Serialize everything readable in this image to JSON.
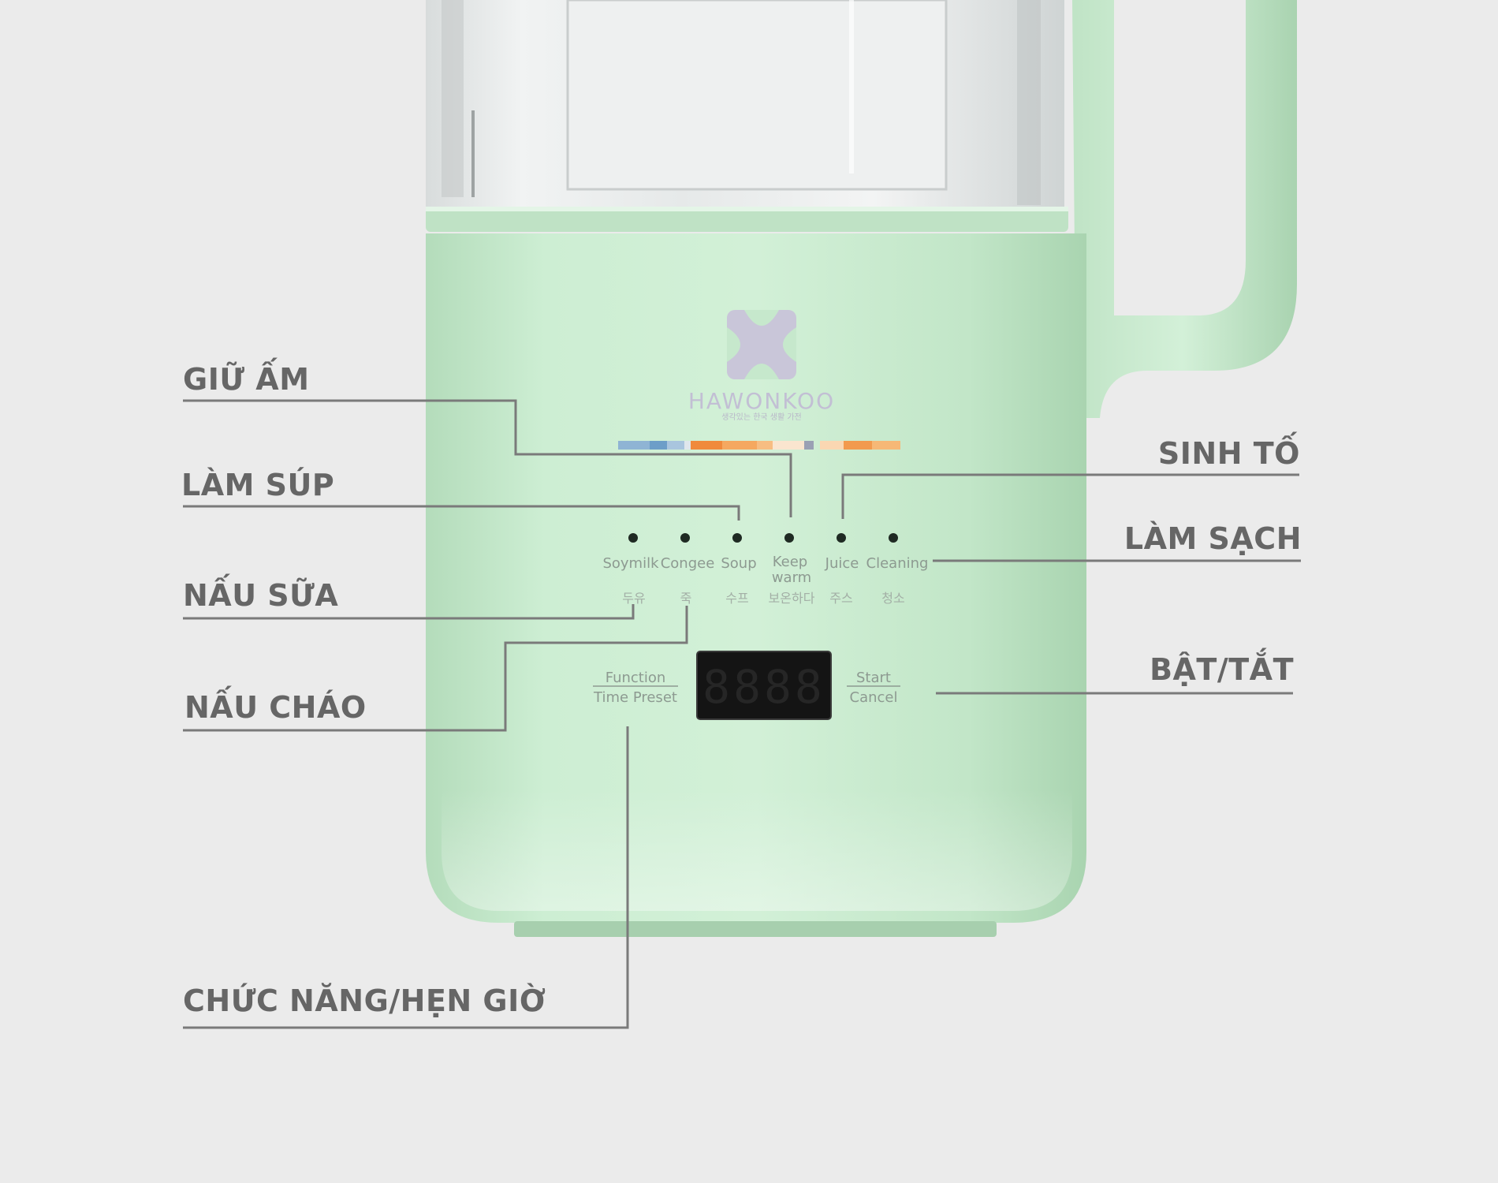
{
  "brand": {
    "name": "HAWONKOO",
    "tagline": "생각있는 한국 생활 가전"
  },
  "panel": {
    "modes": [
      {
        "en": "Soymilk",
        "kr": "두유"
      },
      {
        "en": "Congee",
        "kr": "죽"
      },
      {
        "en": "Soup",
        "kr": "수프"
      },
      {
        "en": "Keep",
        "en2": "warm",
        "kr": "보온하다"
      },
      {
        "en": "Juice",
        "kr": "주스"
      },
      {
        "en": "Cleaning",
        "kr": "청소"
      }
    ],
    "left_button": {
      "top": "Function",
      "bottom": "Time Preset"
    },
    "right_button": {
      "top": "Start",
      "bottom": "Cancel"
    },
    "display": "8888"
  },
  "callouts": {
    "keep_warm": "GIỮ ẤM",
    "soup": "LÀM SÚP",
    "soymilk": "NẤU SỮA",
    "congee": "NẤU CHÁO",
    "function_timer": "CHỨC NĂNG/HẸN GIỜ",
    "smoothie": "SINH TỐ",
    "cleaning": "LÀM SẠCH",
    "power": "BẬT/TẮT"
  },
  "colors": {
    "background": "#ebebeb",
    "body_green": "#c6e8cc",
    "leader_line": "#7a7a7a",
    "callout_text": "#666666",
    "display_bg": "#141414",
    "accent_orange": "#f08a3c",
    "accent_blue": "#6d9ec8"
  }
}
